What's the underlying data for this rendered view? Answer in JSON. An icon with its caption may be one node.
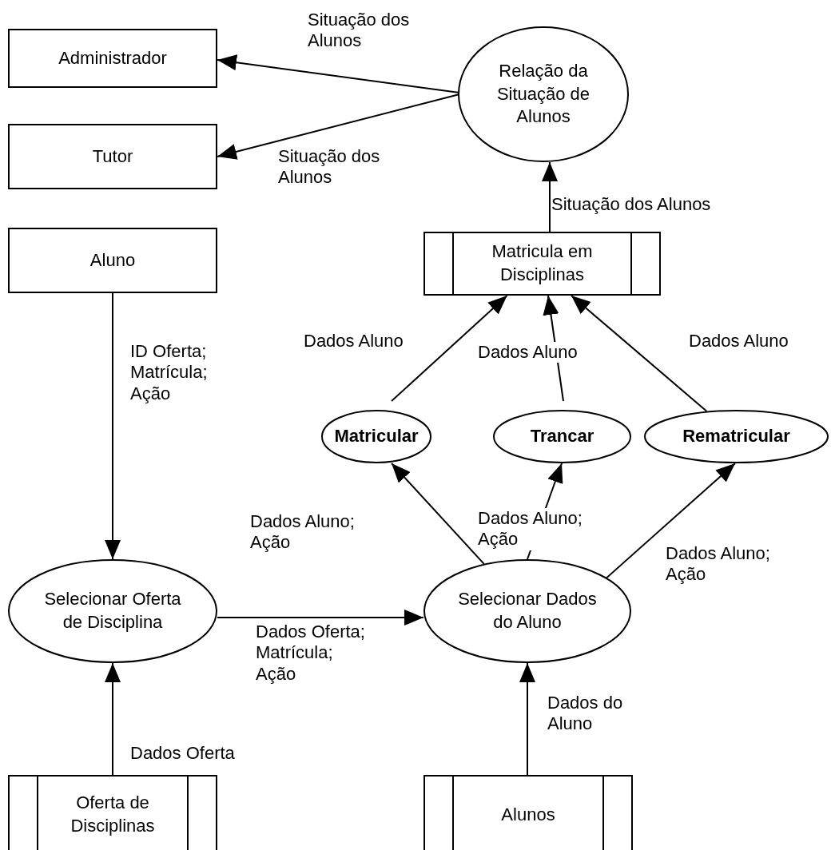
{
  "diagram": {
    "nodes": [
      {
        "text": [
          "Administrador"
        ]
      },
      {
        "text": [
          "Tutor"
        ]
      },
      {
        "text": [
          "Aluno"
        ]
      },
      {
        "text": [
          "Relação da Situação de Alunos"
        ]
      },
      {
        "text": [
          "Matricula em Disciplinas"
        ]
      },
      {
        "text": [
          "Matricular"
        ]
      },
      {
        "text": [
          "Trancar"
        ]
      },
      {
        "text": [
          "Rematricular"
        ]
      },
      {
        "text": [
          "Selecionar Oferta de Disciplina"
        ]
      },
      {
        "text": [
          "Selecionar Dados do Aluno"
        ]
      },
      {
        "text": [
          "Oferta de Disciplinas"
        ]
      },
      {
        "text": [
          "Alunos"
        ]
      }
    ],
    "edges": [
      {
        "from": 3,
        "to": 0,
        "arrow": "to",
        "label": "Situação dos Alunos"
      },
      {
        "from": 3,
        "to": 1,
        "arrow": "to",
        "label": "Situação dos Alunos"
      },
      {
        "from": 4,
        "to": 3,
        "arrow": "to",
        "label": "Situação dos Alunos"
      },
      {
        "from": 5,
        "to": 4,
        "arrow": "to",
        "label": "Dados Aluno"
      },
      {
        "from": 6,
        "to": 4,
        "arrow": "to",
        "label": "Dados Aluno"
      },
      {
        "from": 7,
        "to": 4,
        "arrow": "to",
        "label": "Dados Aluno"
      },
      {
        "from": 9,
        "to": 5,
        "arrow": "to",
        "label": "Dados Aluno; Ação"
      },
      {
        "from": 9,
        "to": 6,
        "arrow": "to",
        "label": "Dados Aluno; Ação"
      },
      {
        "from": 9,
        "to": 7,
        "arrow": "to",
        "label": "Dados Aluno; Ação"
      },
      {
        "from": 2,
        "to": 8,
        "arrow": "to",
        "label": "ID Oferta; Matrícula; Ação"
      },
      {
        "from": 8,
        "to": 9,
        "arrow": "to",
        "label": "Dados Oferta; Matrícula; Ação"
      },
      {
        "from": 10,
        "to": 8,
        "arrow": "to",
        "label": "Dados Oferta"
      },
      {
        "from": 11,
        "to": 9,
        "arrow": "to",
        "label": "Dados do Aluno"
      }
    ]
  }
}
